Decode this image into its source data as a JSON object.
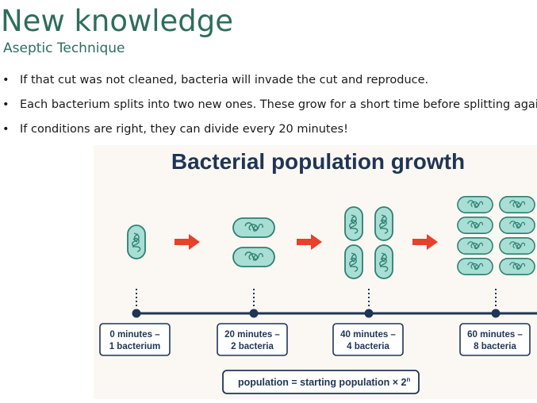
{
  "slide": {
    "title": "New knowledge",
    "subtitle": "Aseptic Technique",
    "bullets": [
      "If that cut was not cleaned, bacteria will invade the cut and reproduce.",
      "Each bacterium splits into two new ones. These grow for a short time before splitting again.",
      "If conditions are right, they can divide every 20 minutes!"
    ],
    "bullet_symbol": "•"
  },
  "figure": {
    "title": "Bacterial population growth",
    "stages": [
      {
        "line1": "0 minutes –",
        "line2": "1 bacterium"
      },
      {
        "line1": "20 minutes –",
        "line2": "2 bacteria"
      },
      {
        "line1": "40 minutes –",
        "line2": "4 bacteria"
      },
      {
        "line1": "60 minutes –",
        "line2": "8 bacteria"
      }
    ],
    "formula": "population = starting population × 2",
    "formula_exponent": "n",
    "colors": {
      "title": "#1f3556",
      "bacterium_fill": "#a8ded4",
      "bacterium_stroke": "#2f7f72",
      "arrow": "#e8402a",
      "timeline": "#1f3556",
      "background": "#fbf8f3"
    },
    "icons": [
      "bacterium-icon",
      "right-arrow-icon",
      "timeline-dot-icon"
    ]
  }
}
